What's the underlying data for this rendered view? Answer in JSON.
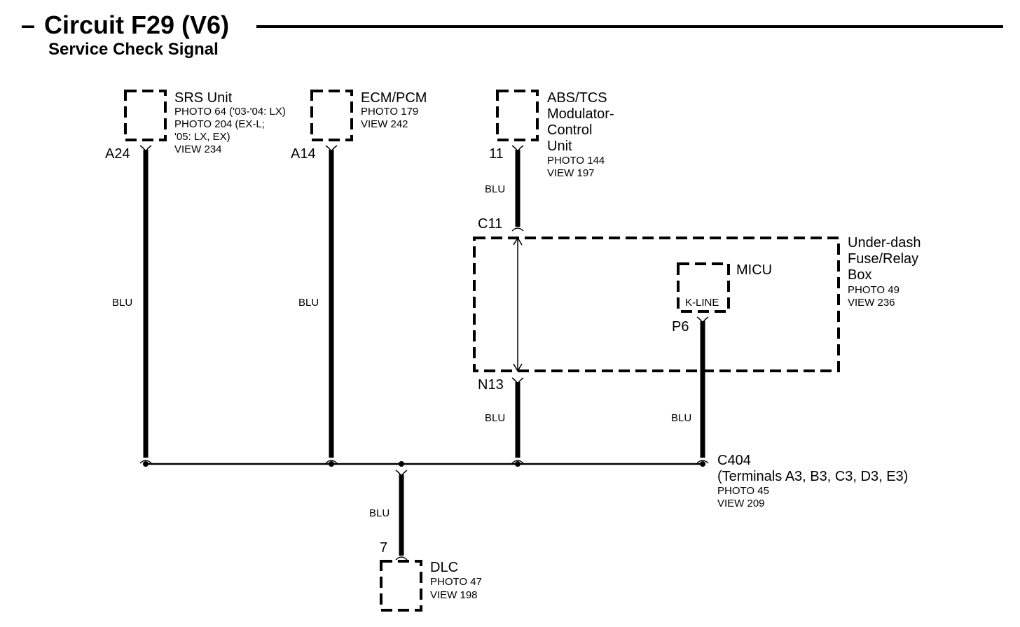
{
  "header": {
    "dash": "–",
    "title": "Circuit F29 (V6)",
    "subtitle": "Service Check Signal"
  },
  "components": {
    "srs": {
      "name": "SRS Unit",
      "photo1": "PHOTO 64 ('03-'04: LX)",
      "photo2": "PHOTO 204 (EX-L;",
      "photo3": "'05: LX, EX)",
      "view": "VIEW 234",
      "pin": "A24"
    },
    "ecm": {
      "name": "ECM/PCM",
      "photo": "PHOTO 179",
      "view": "VIEW 242",
      "pin": "A14"
    },
    "abs": {
      "name1": "ABS/TCS",
      "name2": "Modulator-",
      "name3": "Control",
      "name4": "Unit",
      "photo": "PHOTO 144",
      "view": "VIEW 197",
      "pin": "11"
    },
    "fuse_box": {
      "name1": "Under-dash",
      "name2": "Fuse/Relay",
      "name3": "Box",
      "photo": "PHOTO 49",
      "view": "VIEW 236",
      "pin_top": "C11",
      "pin_bottom": "N13"
    },
    "micu": {
      "name": "MICU",
      "inner": "K-LINE",
      "pin": "P6"
    },
    "c404": {
      "name": "C404",
      "terminals": "(Terminals A3, B3, C3, D3, E3)",
      "photo": "PHOTO 45",
      "view": "VIEW 209"
    },
    "dlc": {
      "name": "DLC",
      "photo": "PHOTO 47",
      "view": "VIEW 198",
      "pin": "7"
    }
  },
  "wires": {
    "srs_color": "BLU",
    "ecm_color": "BLU",
    "abs_color": "BLU",
    "n13_color": "BLU",
    "micu_color": "BLU",
    "dlc_color": "BLU"
  }
}
